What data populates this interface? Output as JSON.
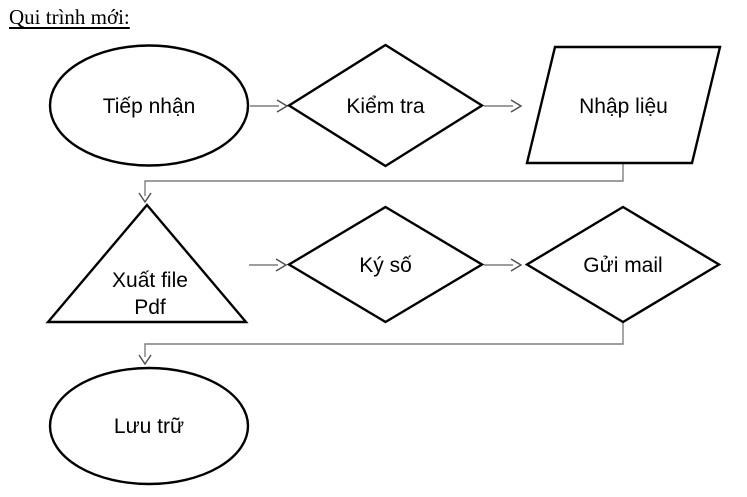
{
  "title": {
    "text": "Qui trình mới:"
  },
  "colors": {
    "background": "#ffffff",
    "shape_stroke": "#000000",
    "shape_fill": "#ffffff",
    "connector": "#7f7f7f",
    "arrowhead": "#4d4d4d",
    "text": "#000000"
  },
  "nodes": [
    {
      "id": "tiep-nhan",
      "shape": "ellipse",
      "label": "Tiếp nhận"
    },
    {
      "id": "kiem-tra",
      "shape": "diamond",
      "label": "Kiểm tra"
    },
    {
      "id": "nhap-lieu",
      "shape": "parallelogram",
      "label": "Nhập liệu"
    },
    {
      "id": "xuat-file-pdf",
      "shape": "triangle",
      "label": "Xuất file Pdf",
      "lines": [
        "Xuất file",
        "Pdf"
      ]
    },
    {
      "id": "ky-so",
      "shape": "diamond",
      "label": "Ký số"
    },
    {
      "id": "gui-mail",
      "shape": "diamond",
      "label": "Gửi mail"
    },
    {
      "id": "luu-tru",
      "shape": "ellipse",
      "label": "Lưu trữ"
    }
  ],
  "connectors": [
    {
      "from": "tiep-nhan",
      "to": "kiem-tra",
      "type": "straight-arrow"
    },
    {
      "from": "kiem-tra",
      "to": "nhap-lieu",
      "type": "straight-arrow"
    },
    {
      "from": "nhap-lieu",
      "to": "xuat-file-pdf",
      "type": "elbow-arrow"
    },
    {
      "from": "xuat-file-pdf",
      "to": "ky-so",
      "type": "straight-arrow"
    },
    {
      "from": "ky-so",
      "to": "gui-mail",
      "type": "straight-arrow"
    },
    {
      "from": "gui-mail",
      "to": "luu-tru",
      "type": "elbow-arrow"
    }
  ]
}
